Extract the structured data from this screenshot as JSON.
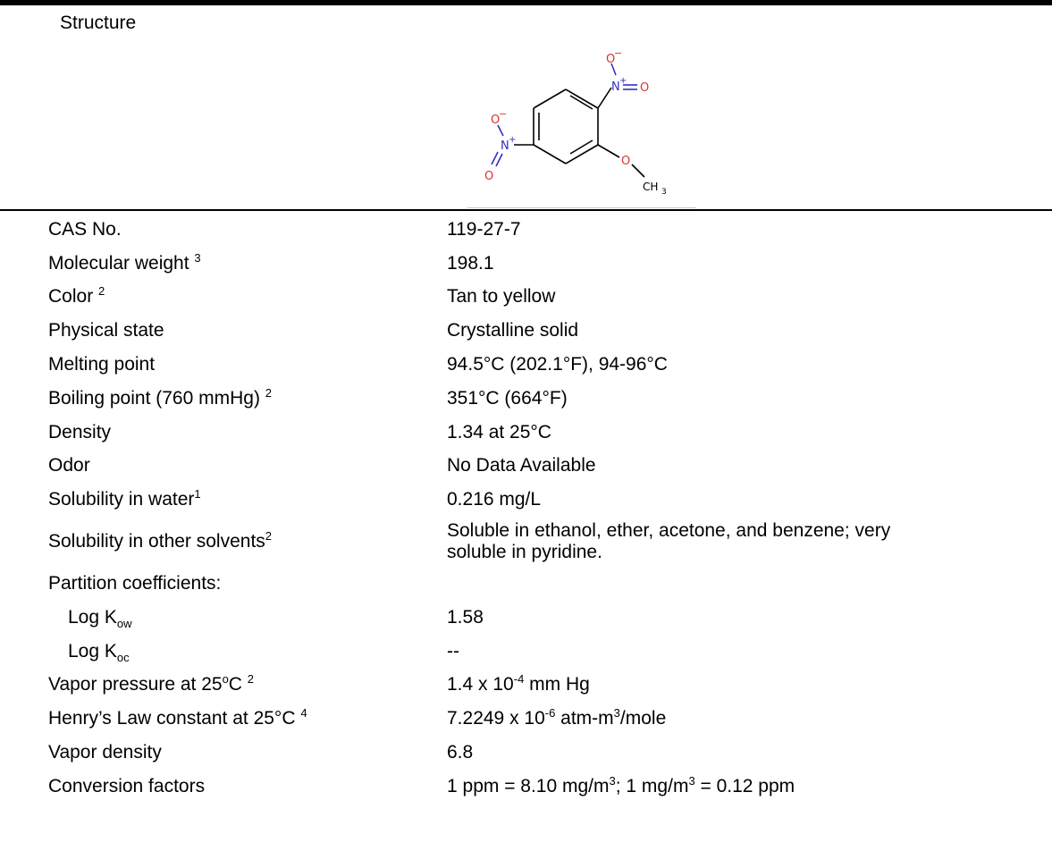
{
  "header": {
    "structure_label": "Structure"
  },
  "structure": {
    "atoms": {
      "o_minus": "O",
      "minus": "−",
      "n_plus": "N",
      "plus": "+",
      "o": "O",
      "c": "CH",
      "sub3": "3"
    }
  },
  "rows": [
    {
      "key": "CAS No.",
      "key_sup": "",
      "value": "119-27-7"
    },
    {
      "key": "Molecular weight ",
      "key_sup": "3",
      "value": "198.1"
    },
    {
      "key": "Color ",
      "key_sup": "2",
      "value": "Tan to yellow"
    },
    {
      "key": "Physical state",
      "key_sup": "",
      "value": "Crystalline solid"
    },
    {
      "key": "Melting point",
      "key_sup": "",
      "value": "94.5°C (202.1°F), 94-96°C"
    },
    {
      "key": "Boiling point (760 mmHg) ",
      "key_sup": "2",
      "value": "351°C (664°F)"
    },
    {
      "key": "Density",
      "key_sup": "",
      "value": "1.34 at 25°C"
    },
    {
      "key": "Odor",
      "key_sup": "",
      "value": "No Data Available"
    },
    {
      "key": "Solubility in water",
      "key_sup": "1",
      "value": "0.216 mg/L"
    },
    {
      "key": "Solubility in other solvents",
      "key_sup": "2",
      "value": "Soluble in ethanol, ether, acetone, and benzene; very",
      "value_line2": "soluble in pyridine."
    },
    {
      "key": "Partition coefficients:",
      "key_sup": "",
      "value": ""
    },
    {
      "key": "Log K",
      "key_sub": "ow",
      "value": "1.58"
    },
    {
      "key": "Log K",
      "key_sub": "oc",
      "value": "--"
    },
    {
      "key": "Vapor pressure at 25",
      "key_sup": "o",
      "key_tail": "C ",
      "key_sup2": "2",
      "value": "1.4 x 10",
      "value_sup": "-4",
      "value_tail": " mm Hg"
    },
    {
      "key": "Henry’s Law constant at 25°C ",
      "key_sup": "4",
      "value": "7.2249 x 10",
      "value_sup": "-6",
      "value_tail": " atm-m",
      "value_sup2": "3",
      "value_tail2": "/mole"
    },
    {
      "key": "Vapor density",
      "key_sup": "",
      "value": "6.8"
    },
    {
      "key": "Conversion factors",
      "key_sup": "",
      "value": "1 ppm = 8.10 mg/m",
      "value_sup": "3",
      "value_tail": "; 1 mg/m",
      "value_sup2": "3",
      "value_tail2": " = 0.12 ppm"
    }
  ]
}
